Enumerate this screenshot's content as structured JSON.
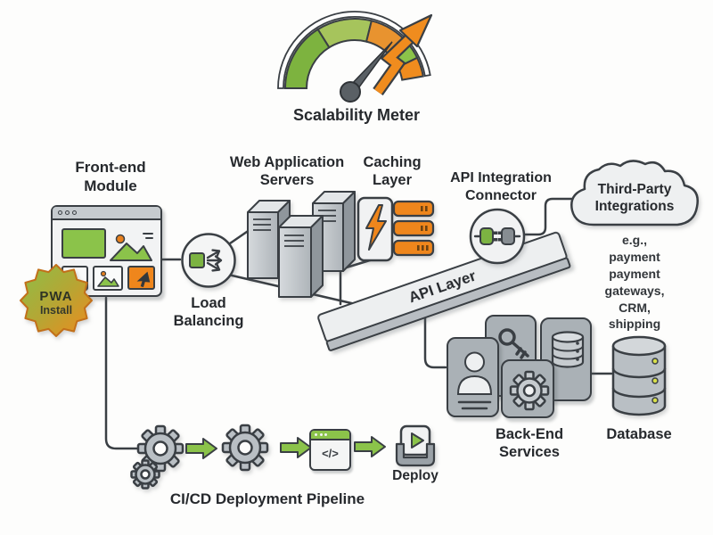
{
  "meter": {
    "title": "Scalability Meter"
  },
  "frontend": {
    "label": "Front-end\nModule",
    "badge_top": "PWA",
    "badge_bottom": "Install"
  },
  "load_balancing": {
    "label": "Load\nBalancing"
  },
  "web_servers": {
    "label": "Web Application\nServers"
  },
  "caching": {
    "label": "Caching\nLayer"
  },
  "api_connector": {
    "label": "API Integration\nConnector"
  },
  "third_party": {
    "label": "Third-Party\nIntegrations",
    "examples": "e.g., payment\npayment gateways,\nCRM, shipping"
  },
  "api_layer": {
    "label": "API Layer"
  },
  "backend": {
    "label": "Back-End\nServices"
  },
  "database": {
    "label": "Database"
  },
  "cicd": {
    "label": "CI/CD Deployment Pipeline",
    "deploy": "Deploy",
    "code": "</>"
  },
  "colors": {
    "green": "#7cb342",
    "light_green": "#8bc34a",
    "orange": "#f08c1e",
    "outline": "#3a3f44",
    "card_gray": "#aab1b6",
    "panel_gray": "#edeff0"
  }
}
